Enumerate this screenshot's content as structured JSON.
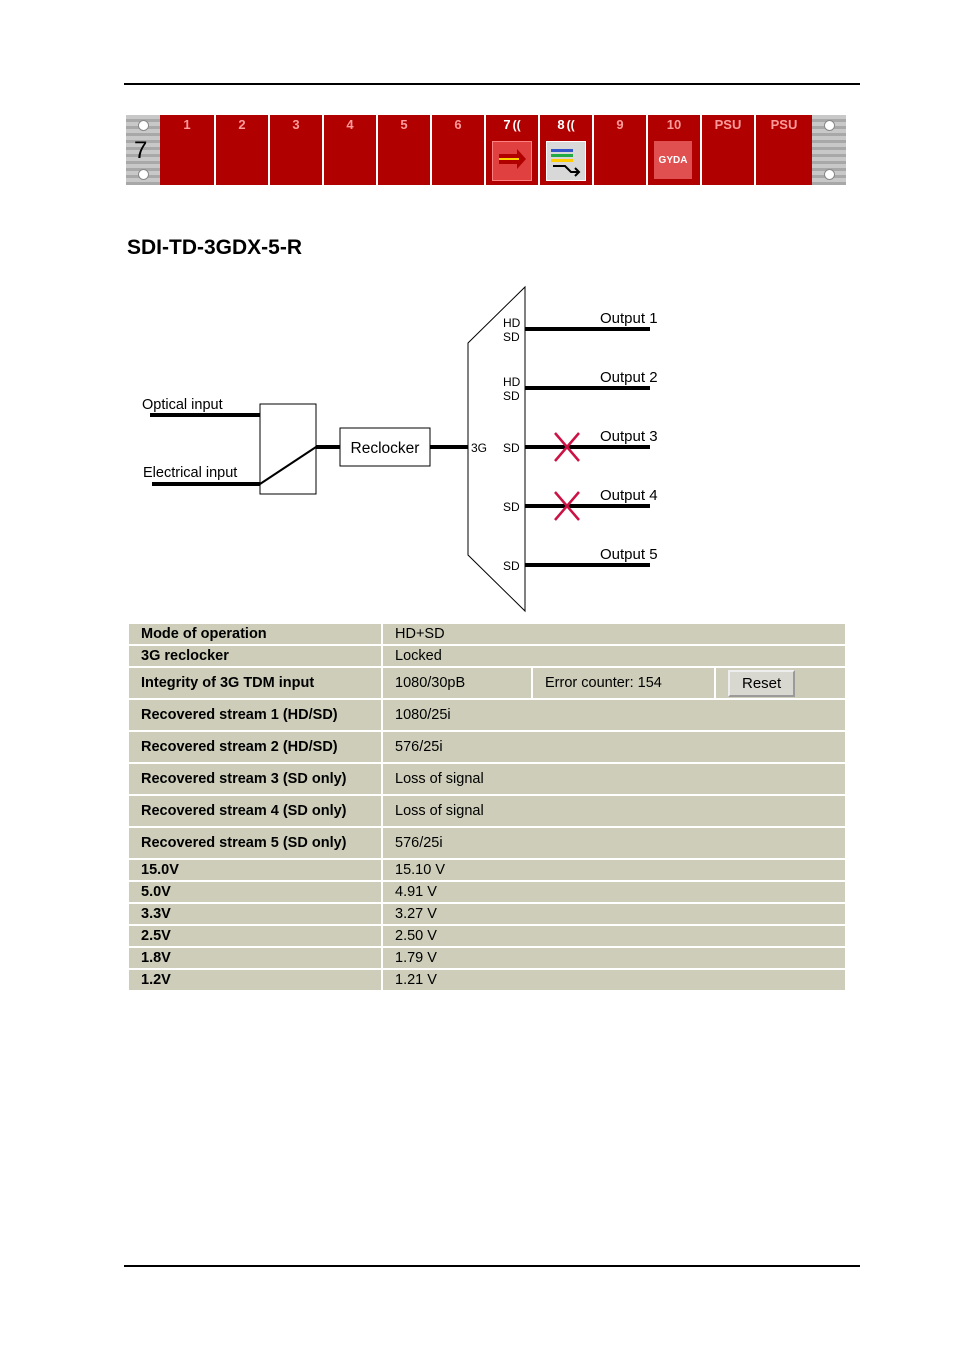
{
  "rack": {
    "number": "7",
    "slots": [
      {
        "label": "1"
      },
      {
        "label": "2"
      },
      {
        "label": "3"
      },
      {
        "label": "4"
      },
      {
        "label": "5"
      },
      {
        "label": "6"
      },
      {
        "label": "7"
      },
      {
        "label": "8"
      },
      {
        "label": "9"
      },
      {
        "label": "10",
        "badge": "GYDA"
      },
      {
        "label": "PSU"
      },
      {
        "label": "PSU"
      }
    ]
  },
  "device_title": "SDI-TD-3GDX-5-R",
  "diagram": {
    "optical_input": "Optical input",
    "electrical_input": "Electrical input",
    "reclocker": "Reclocker",
    "mux_in": "3G",
    "outputs": [
      {
        "label": "Output 1",
        "format": [
          "HD",
          "SD"
        ],
        "disabled": false
      },
      {
        "label": "Output 2",
        "format": [
          "HD",
          "SD"
        ],
        "disabled": false
      },
      {
        "label": "Output 3",
        "format": [
          "SD"
        ],
        "disabled": true
      },
      {
        "label": "Output 4",
        "format": [
          "SD"
        ],
        "disabled": true
      },
      {
        "label": "Output 5",
        "format": [
          "SD"
        ],
        "disabled": false
      }
    ]
  },
  "status": {
    "mode_label": "Mode of operation",
    "mode_value": "HD+SD",
    "reclocker_label": "3G reclocker",
    "reclocker_value": "Locked",
    "integrity_label": "Integrity of 3G TDM input",
    "integrity_value": "1080/30pB",
    "error_counter": "Error counter: 154",
    "reset_label": "Reset",
    "streams": [
      {
        "label": "Recovered stream 1 (HD/SD)",
        "value": "1080/25i"
      },
      {
        "label": "Recovered stream 2 (HD/SD)",
        "value": "576/25i"
      },
      {
        "label": "Recovered stream 3 (SD only)",
        "value": "Loss of signal"
      },
      {
        "label": "Recovered stream 4 (SD only)",
        "value": "Loss of signal"
      },
      {
        "label": "Recovered stream 5 (SD only)",
        "value": "576/25i"
      }
    ],
    "voltages": [
      {
        "label": "15.0V",
        "value": "15.10 V"
      },
      {
        "label": "5.0V",
        "value": "4.91 V"
      },
      {
        "label": "3.3V",
        "value": "3.27 V"
      },
      {
        "label": "2.5V",
        "value": "2.50 V"
      },
      {
        "label": "1.8V",
        "value": "1.79 V"
      },
      {
        "label": "1.2V",
        "value": "1.21 V"
      }
    ]
  },
  "colors": {
    "slot_red": "#b00000",
    "table_bg": "#cdcdb9",
    "x_mark": "#cc1144"
  }
}
